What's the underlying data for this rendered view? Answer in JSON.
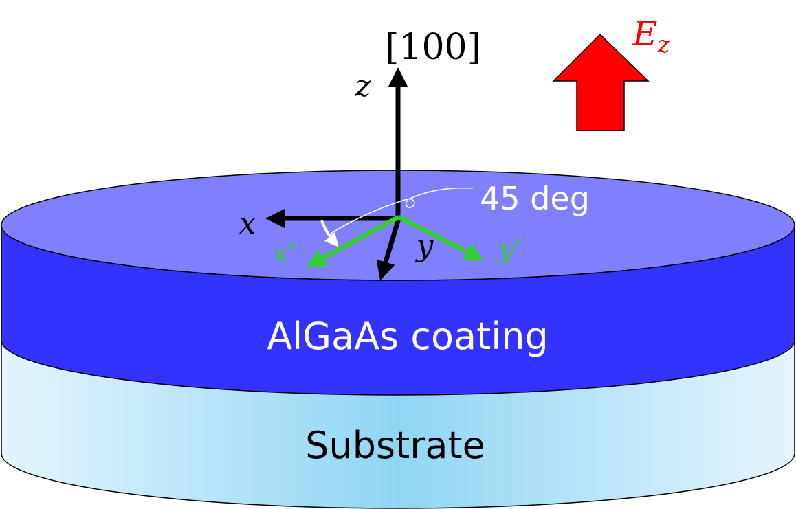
{
  "labels": {
    "crystal_direction": "[100]",
    "z_axis": "z",
    "x_axis": "x",
    "y_axis": "y",
    "x_prime_axis": "x'",
    "y_prime_axis": "y'",
    "angle": "45 deg",
    "field_main": "E",
    "field_sub": "z",
    "coating": "AlGaAs coating",
    "substrate": "Substrate"
  },
  "colors": {
    "coating_top": "#8080FF",
    "coating_side": "#3333FF",
    "substrate_center": "#8FD6F5",
    "substrate_edge": "#E6F4FB",
    "rotated_axes": "#33CC33",
    "field_arrow": "#FF0000",
    "axes": "#000000",
    "annotation": "#FFFFFF"
  }
}
